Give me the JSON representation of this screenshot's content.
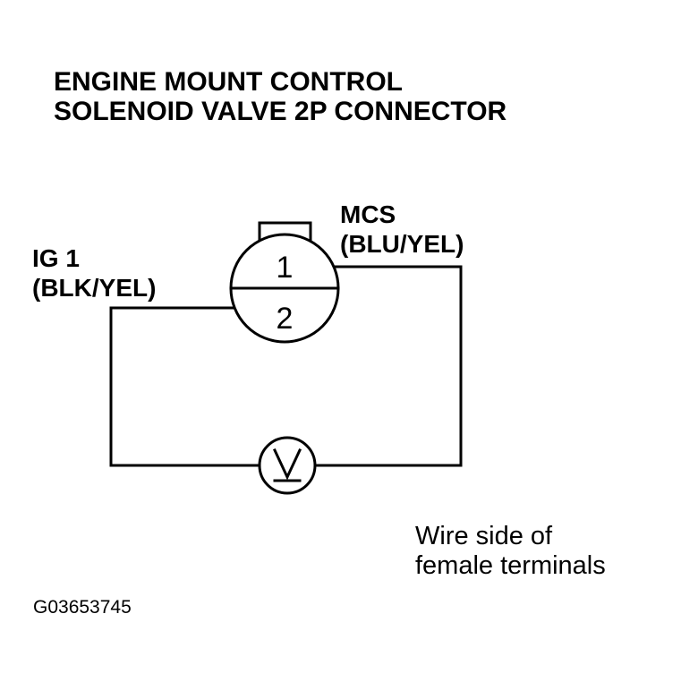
{
  "title": {
    "line1": "ENGINE MOUNT CONTROL",
    "line2": "SOLENOID VALVE 2P CONNECTOR"
  },
  "left_wire": {
    "name": "IG 1",
    "color": "(BLK/YEL)"
  },
  "right_wire": {
    "name": "MCS",
    "color": "(BLU/YEL)"
  },
  "connector": {
    "pin_top": "1",
    "pin_bottom": "2"
  },
  "meter": {
    "symbol": "V",
    "icon": "voltmeter-icon"
  },
  "note": {
    "line1": "Wire side of",
    "line2": "female terminals"
  },
  "figure_id": "G03653745",
  "colors": {
    "ink": "#000000",
    "paper": "#ffffff"
  }
}
